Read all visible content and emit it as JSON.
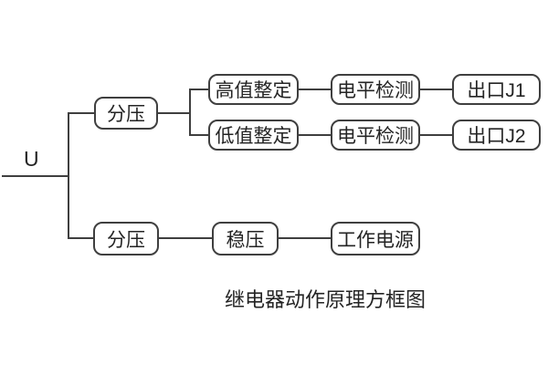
{
  "diagram": {
    "caption": "继电器动作原理方框图",
    "input_label": "U",
    "nodes": [
      {
        "id": "divider-top",
        "label": "分压"
      },
      {
        "id": "high-setting",
        "label": "高值整定"
      },
      {
        "id": "level-detect-1",
        "label": "电平检测"
      },
      {
        "id": "outlet-j1",
        "label": "出口J1"
      },
      {
        "id": "low-setting",
        "label": "低值整定"
      },
      {
        "id": "level-detect-2",
        "label": "电平检测"
      },
      {
        "id": "outlet-j2",
        "label": "出口J2"
      },
      {
        "id": "divider-bottom",
        "label": "分压"
      },
      {
        "id": "regulator",
        "label": "稳压"
      },
      {
        "id": "working-power",
        "label": "工作电源"
      }
    ],
    "edges": [
      {
        "from": "U",
        "to": "divider-top"
      },
      {
        "from": "U",
        "to": "divider-bottom"
      },
      {
        "from": "divider-top",
        "to": "high-setting"
      },
      {
        "from": "divider-top",
        "to": "low-setting"
      },
      {
        "from": "high-setting",
        "to": "level-detect-1"
      },
      {
        "from": "level-detect-1",
        "to": "outlet-j1"
      },
      {
        "from": "low-setting",
        "to": "level-detect-2"
      },
      {
        "from": "level-detect-2",
        "to": "outlet-j2"
      },
      {
        "from": "divider-bottom",
        "to": "regulator"
      },
      {
        "from": "regulator",
        "to": "working-power"
      }
    ],
    "colors": {
      "line": "#3f3f3f",
      "text": "#242424",
      "background": "#ffffff"
    }
  }
}
